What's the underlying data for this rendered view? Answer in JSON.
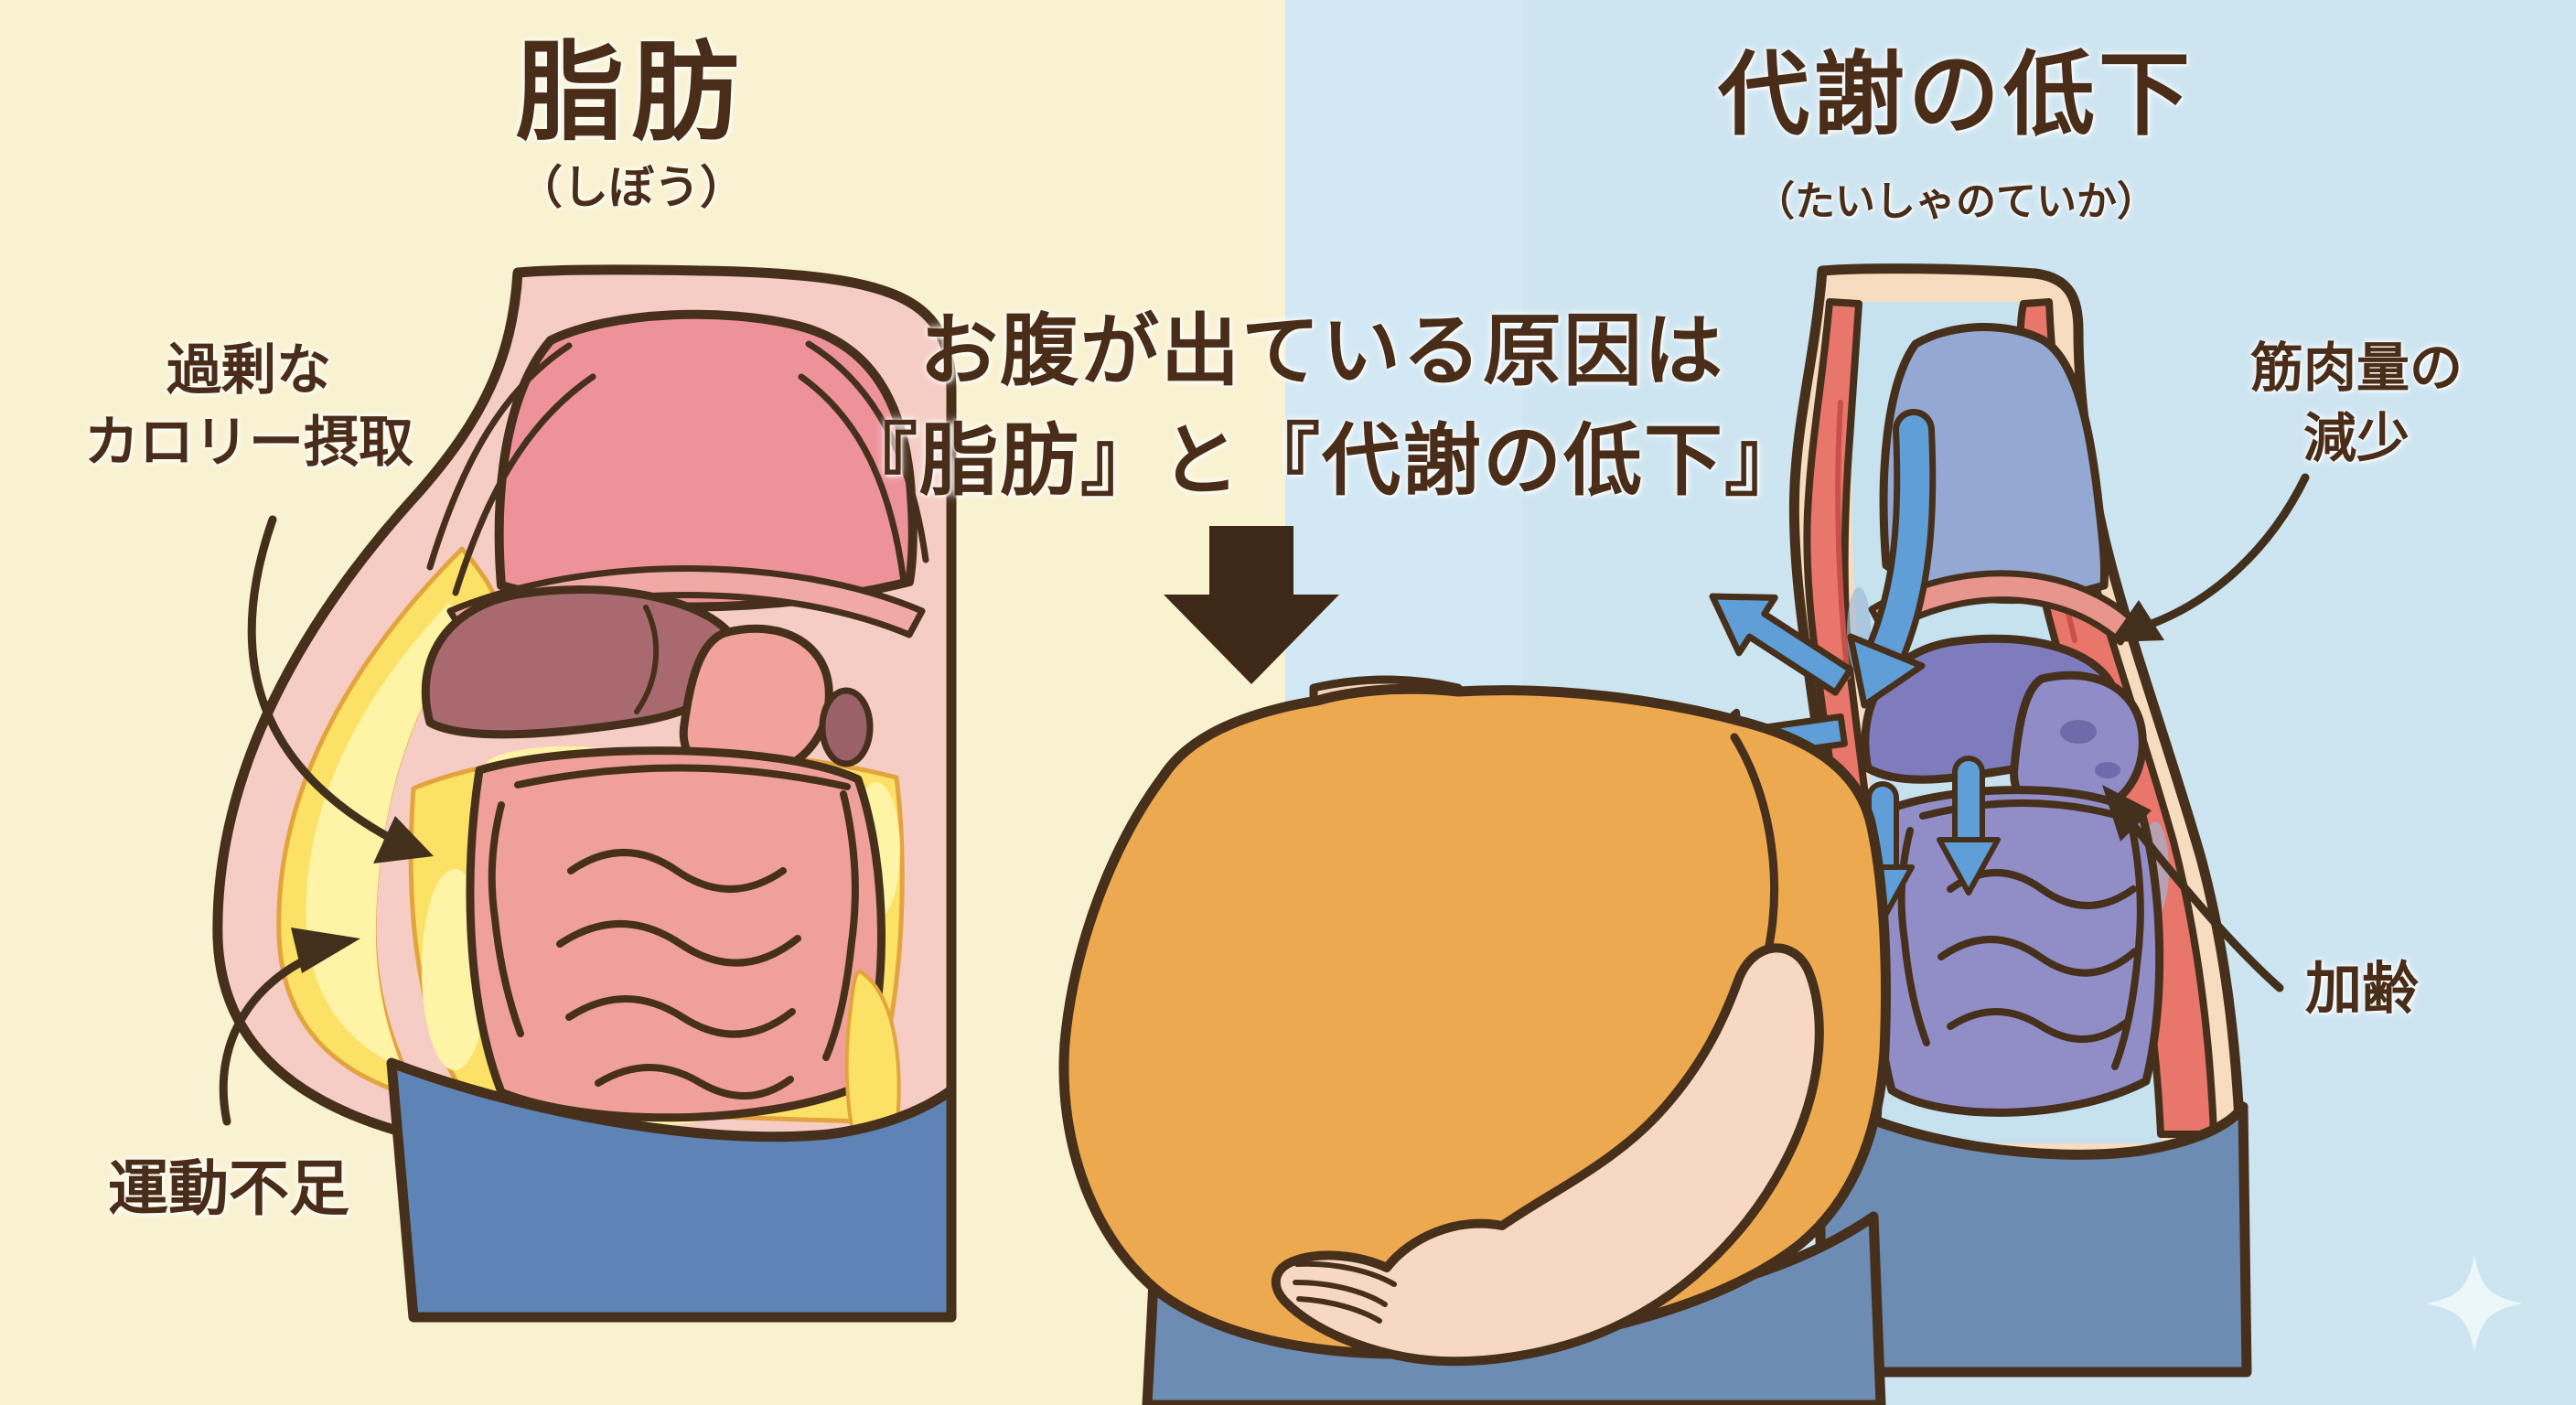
{
  "left_panel": {
    "title": "脂肪",
    "reading": "（しぼう）",
    "label_calorie": "過剰な\nカロリー摂取",
    "label_exercise": "運動不足"
  },
  "right_panel": {
    "title": "代謝の低下",
    "reading": "（たいしゃのていか）",
    "label_muscle": "筋肉量の\n減少",
    "label_aging": "加齢"
  },
  "center": {
    "headline_line1": "お腹が出ている原因は",
    "headline_line2": "『脂肪』と『代謝の低下』"
  },
  "colors": {
    "background_left": "#f8f2d1",
    "background_right": "#cde5f1",
    "text_brown": "#4a2d18",
    "outline_brown": "#46301c",
    "down_arrow_brown": "#3e2817",
    "fat_yellow": "#fbe267",
    "fat_yellow_light": "#fff3a6",
    "chest_salmon": "#ee929a",
    "intestine_salmon": "#efa09a",
    "liver_mauve": "#a96a6f",
    "skin_pink": "#f5cdc4",
    "skin_peach": "#f7dcc0",
    "muscle_red": "#e8766a",
    "interior_blue": "#c6e2ee",
    "organ_purple": "#7e7cbc",
    "intestine_purple": "#918dc6",
    "flow_blue": "#5f9ed6",
    "shirt_orange": "#eda94f",
    "pants_blue_left": "#5d84b4",
    "pants_blue_right": "#6d8cb3",
    "sparkle_white": "#ecf7fa"
  }
}
